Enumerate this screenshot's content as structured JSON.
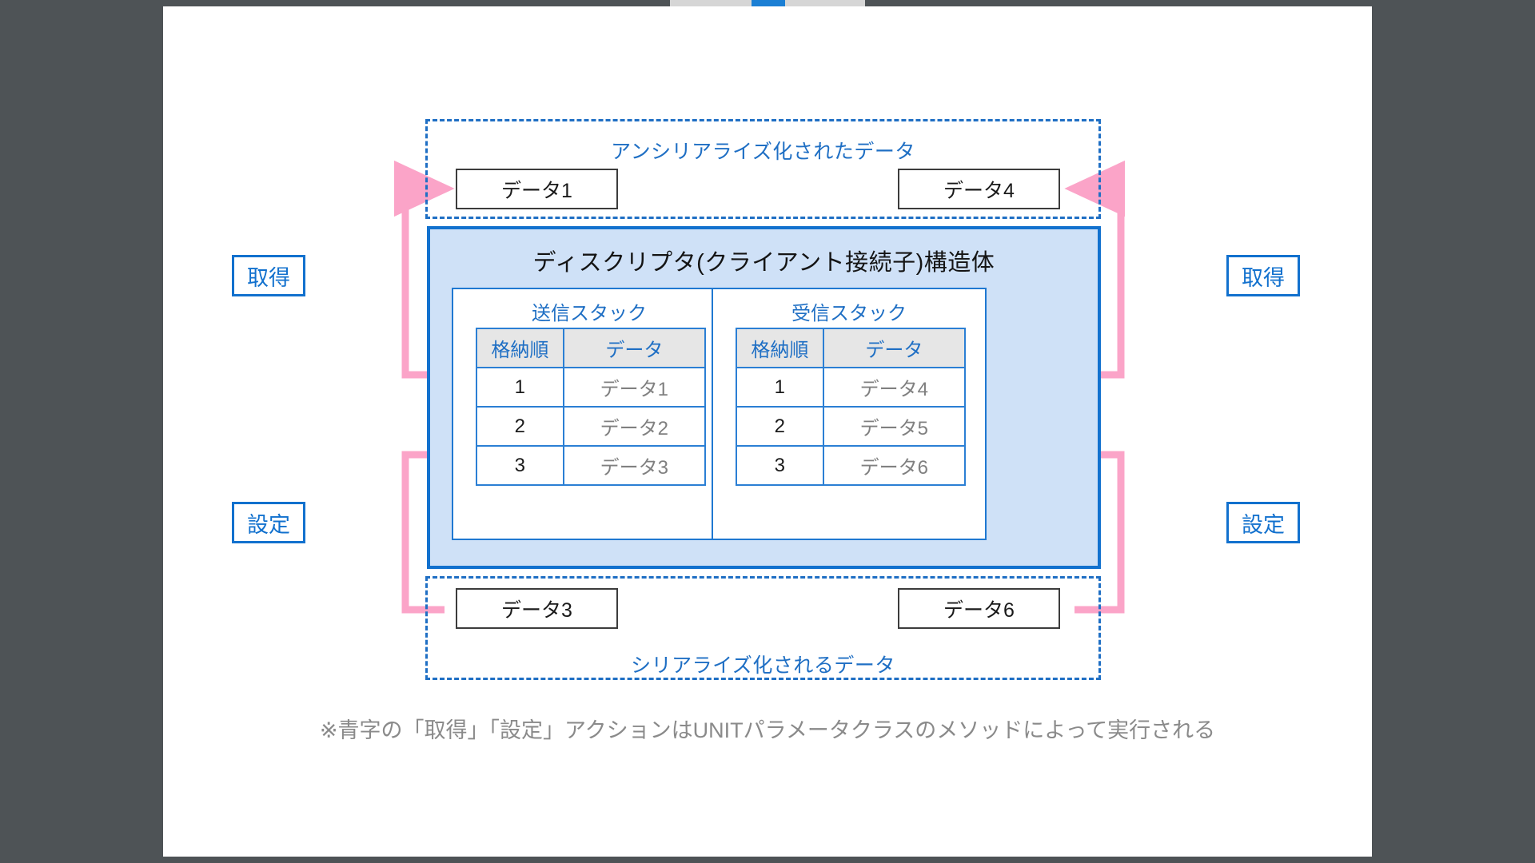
{
  "window": {
    "background_color": "#4e5356",
    "page_color": "#ffffff"
  },
  "colors": {
    "accent_blue": "#1271ce",
    "label_blue": "#1f6fc4",
    "struct_fill": "#cfe1f7",
    "connector_pink": "#fba4c8",
    "header_gray": "#e6e6e6",
    "value_gray": "#808080",
    "footnote_gray": "#8a8a8a"
  },
  "diagram": {
    "regions": {
      "unserialized": {
        "label": "アンシリアライズ化されたデータ"
      },
      "serialized": {
        "label": "シリアライズ化されるデータ"
      }
    },
    "data_boxes": {
      "top_left": "データ1",
      "top_right": "データ4",
      "bottom_left": "データ3",
      "bottom_right": "データ6"
    },
    "structure": {
      "title": "ディスクリプタ(クライアント接続子)構造体",
      "stacks": [
        {
          "name": "send-stack",
          "title": "送信スタック",
          "columns": [
            "格納順",
            "データ"
          ],
          "rows": [
            {
              "order": "1",
              "value": "データ1"
            },
            {
              "order": "2",
              "value": "データ2"
            },
            {
              "order": "3",
              "value": "データ3"
            }
          ]
        },
        {
          "name": "receive-stack",
          "title": "受信スタック",
          "columns": [
            "格納順",
            "データ"
          ],
          "rows": [
            {
              "order": "1",
              "value": "データ4"
            },
            {
              "order": "2",
              "value": "データ5"
            },
            {
              "order": "3",
              "value": "データ6"
            }
          ]
        }
      ]
    },
    "actions": {
      "get_left": "取得",
      "set_left": "設定",
      "get_right": "取得",
      "set_right": "設定"
    },
    "footnote": "※青字の「取得」「設定」アクションはUNITパラメータクラスのメソッドによって実行される"
  }
}
